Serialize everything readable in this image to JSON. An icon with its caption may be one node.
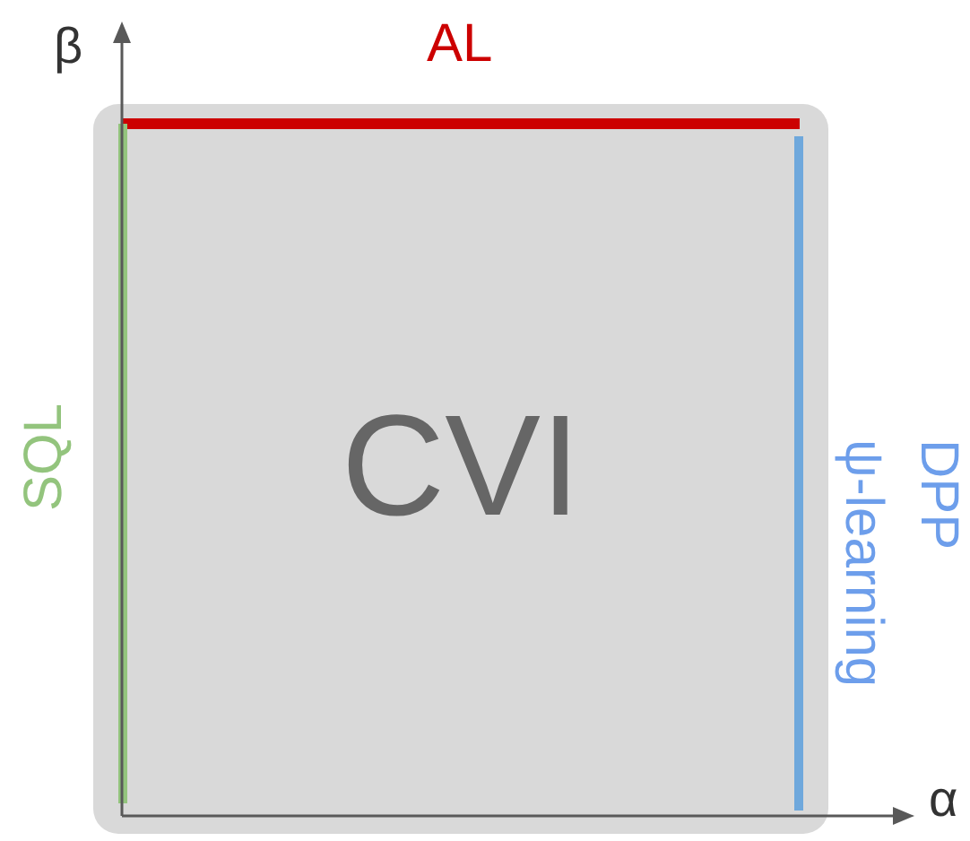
{
  "diagram": {
    "nodes": [
      {
        "text": [
          "CVI"
        ]
      },
      {
        "text": [],
        "shape": "bar",
        "beside": [
          "AL"
        ],
        "in": 0
      },
      {
        "text": [],
        "shape": "bar",
        "beside": [
          "SQL"
        ],
        "in": 0
      },
      {
        "text": [],
        "shape": "bar",
        "beside": [
          "DPP",
          "ψ-learning"
        ],
        "in": 0
      }
    ],
    "labels": [
      "β",
      "α"
    ]
  }
}
